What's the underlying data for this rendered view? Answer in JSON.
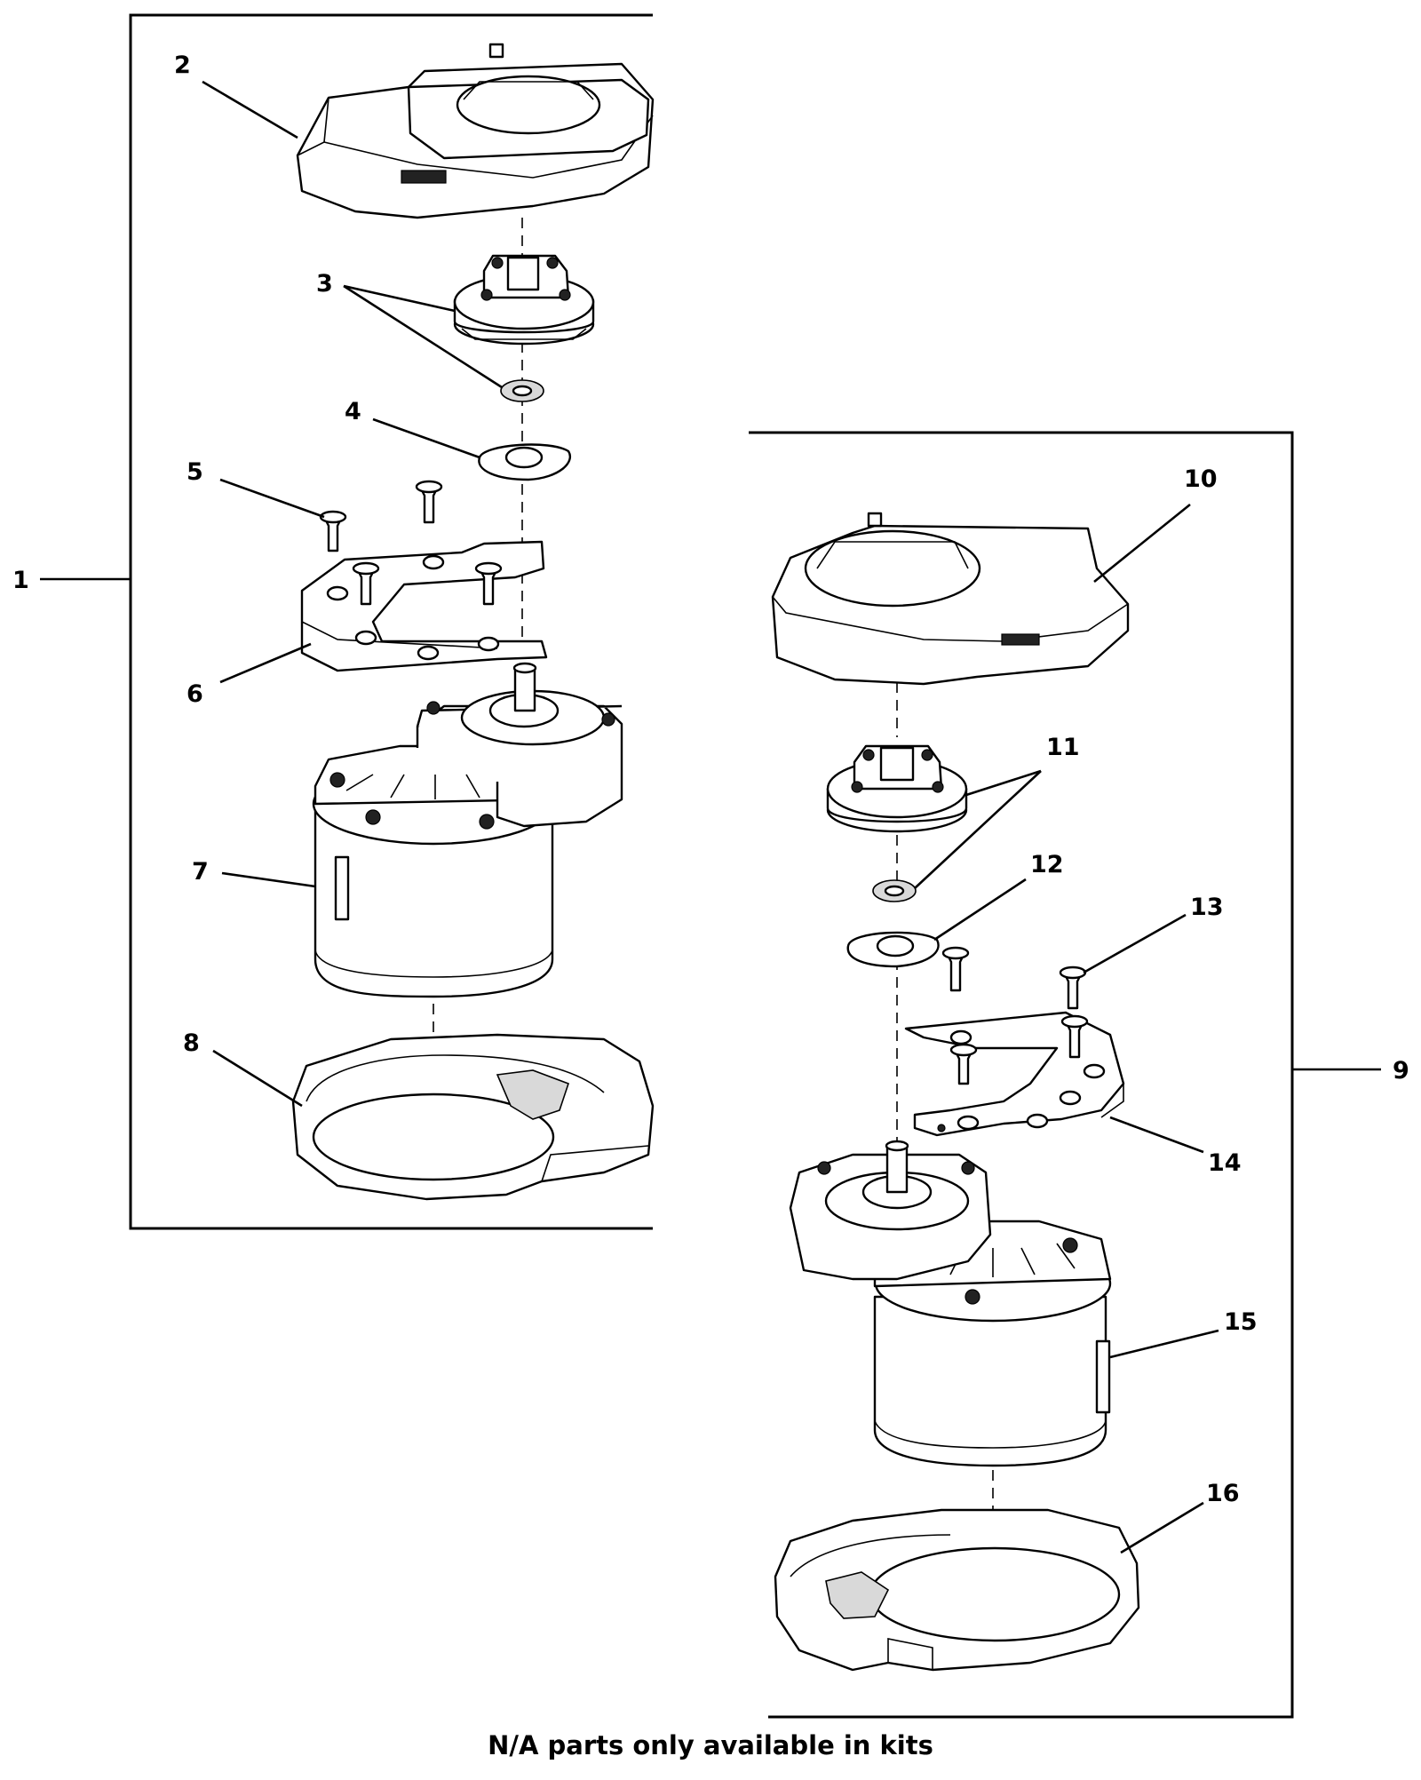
{
  "callouts": {
    "c1": "1",
    "c2": "2",
    "c3": "3",
    "c4": "4",
    "c5": "5",
    "c6": "6",
    "c7": "7",
    "c8": "8",
    "c9": "9",
    "c10": "10",
    "c11": "11",
    "c12": "12",
    "c13": "13",
    "c14": "14",
    "c15": "15",
    "c16": "16"
  },
  "footer_note": "N/A parts only available in kits"
}
